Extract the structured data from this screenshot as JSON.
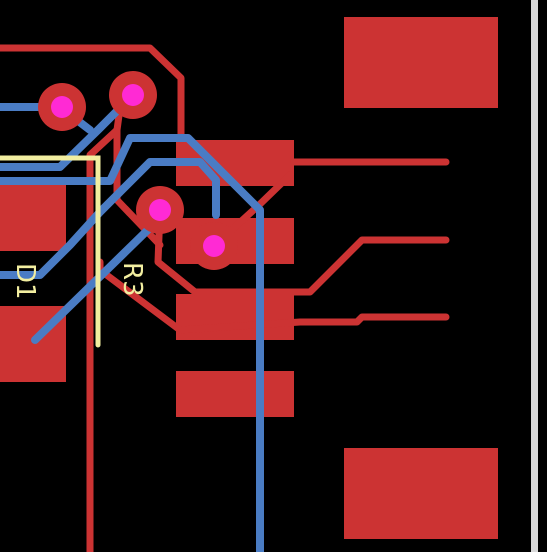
{
  "pcb_view": {
    "colors": {
      "background": "#000000",
      "top_copper": "#cc3333",
      "bottom_copper": "#4a7cc4",
      "silkscreen": "#f2eea0",
      "via_drill": "#ff2ad4",
      "window_edge": "#d9d9d9"
    },
    "labels": {
      "d1": "D1",
      "r3": "R3"
    },
    "icons": {
      "via": "via-hole",
      "pad": "smd-pad"
    }
  }
}
